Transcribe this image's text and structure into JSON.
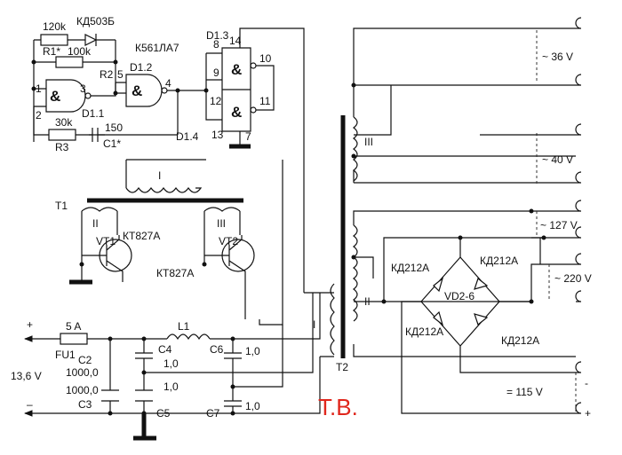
{
  "labels": {
    "r1_value": "120k",
    "diode_kd503": "КД503Б",
    "k561": "К561ЛА7",
    "d13": "D1.3",
    "pin14": "14",
    "pin8": "8",
    "pin9": "9",
    "pin10": "10",
    "pin12": "12",
    "pin11": "11",
    "pin13": "13",
    "pin7": "7",
    "d14": "D1.4",
    "r1_name": "R1*",
    "r2_value": "100k",
    "r2_name": "R2",
    "pin5": "5",
    "d12": "D1.2",
    "pin4": "4",
    "pin1": "1",
    "pin3": "3",
    "pin2": "2",
    "d11": "D1.1",
    "r3_value": "30k",
    "r3_name": "R3",
    "c1_value": "150",
    "c1_name": "C1*",
    "amp": "&",
    "winding_i_top": "I",
    "t1": "T1",
    "winding_ii_t1": "II",
    "winding_iii_t1": "III",
    "vt1": "VT1",
    "vt2": "VT2",
    "kt827_1": "КТ827А",
    "kt827_2": "КТ827А",
    "plus_in": "+",
    "fuse_value": "5 A",
    "fu1": "FU1",
    "l1": "L1",
    "c2": "C2",
    "c4": "C4",
    "c6": "C6",
    "c6_value": "1,0",
    "c4_value": "1,0",
    "c2_value": "1000,0",
    "c3_value": "1000,0",
    "c5_value": "1,0",
    "voltage_in": "13,6 V",
    "c3": "C3",
    "c5": "C5",
    "c7": "C7",
    "c7_value": "1,0",
    "minus_in": "–",
    "t2_winding_i": "I",
    "t2": "T2",
    "t2_winding_iii": "III",
    "t2_winding_ii": "II",
    "out_36": "~ 36 V",
    "out_40": "~ 40 V",
    "out_127": "~ 127 V",
    "out_220": "~ 220 V",
    "kd212_1": "КД212А",
    "kd212_2": "КД212А",
    "kd212_3": "КД212А",
    "kd212_4": "КД212А",
    "vd26": "VD2-6",
    "out_115": "= 115 V",
    "out_minus": "-",
    "out_plus": "+",
    "tv": "Т.В."
  },
  "colors": {
    "ink": "#111111",
    "title_red": "#e0261c",
    "background": "#ffffff"
  }
}
